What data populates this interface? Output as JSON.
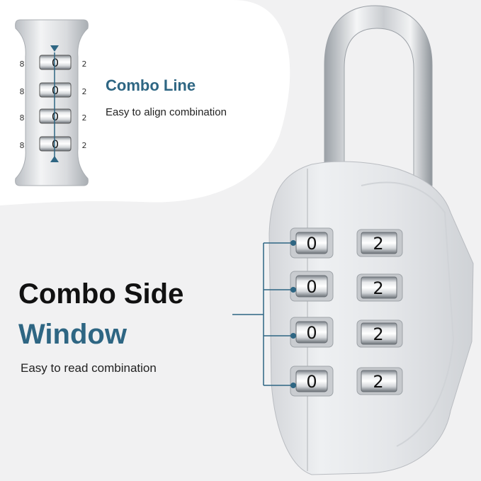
{
  "combo_line": {
    "title": "Combo Line",
    "subtitle": "Easy to align combination"
  },
  "side_window": {
    "title_line1": "Combo Side",
    "title_line2": "Window",
    "subtitle": "Easy to read combination"
  },
  "dials": {
    "front_digit": "0",
    "side_digit": "2",
    "left_edge_digit": "8"
  },
  "colors": {
    "accent": "#2e6683",
    "background": "#f1f1f2",
    "lock_body": "#e6e7ea"
  }
}
